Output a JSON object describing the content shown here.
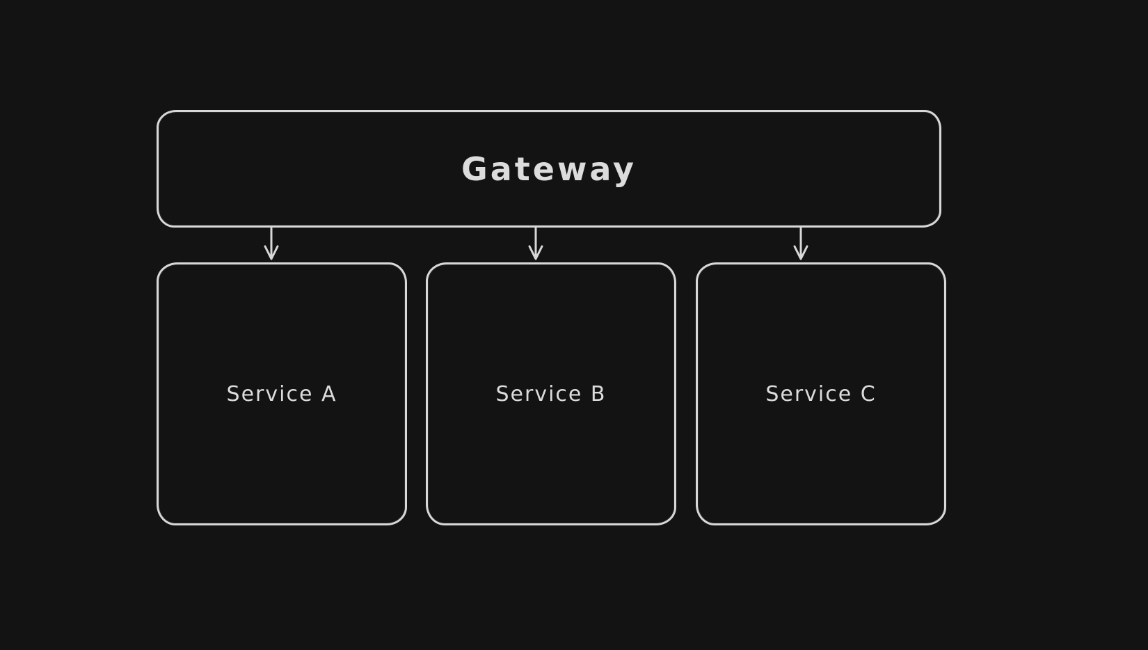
{
  "app": {
    "type": "whiteboard-diagram"
  },
  "canvas": {
    "background_color": "#131313",
    "stroke_color": "#d8d8d8",
    "text_color": "#dcdcdc"
  },
  "diagram": {
    "nodes": [
      {
        "id": "gateway",
        "label": "Gateway",
        "shape": "rounded-rectangle"
      },
      {
        "id": "service-a",
        "label": "Service A",
        "shape": "rounded-rectangle"
      },
      {
        "id": "service-b",
        "label": "Service B",
        "shape": "rounded-rectangle"
      },
      {
        "id": "service-c",
        "label": "Service C",
        "shape": "rounded-rectangle"
      }
    ],
    "edges": [
      {
        "from": "gateway",
        "to": "service-a",
        "style": "arrow-down"
      },
      {
        "from": "gateway",
        "to": "service-b",
        "style": "arrow-down"
      },
      {
        "from": "gateway",
        "to": "service-c",
        "style": "arrow-down"
      }
    ]
  }
}
